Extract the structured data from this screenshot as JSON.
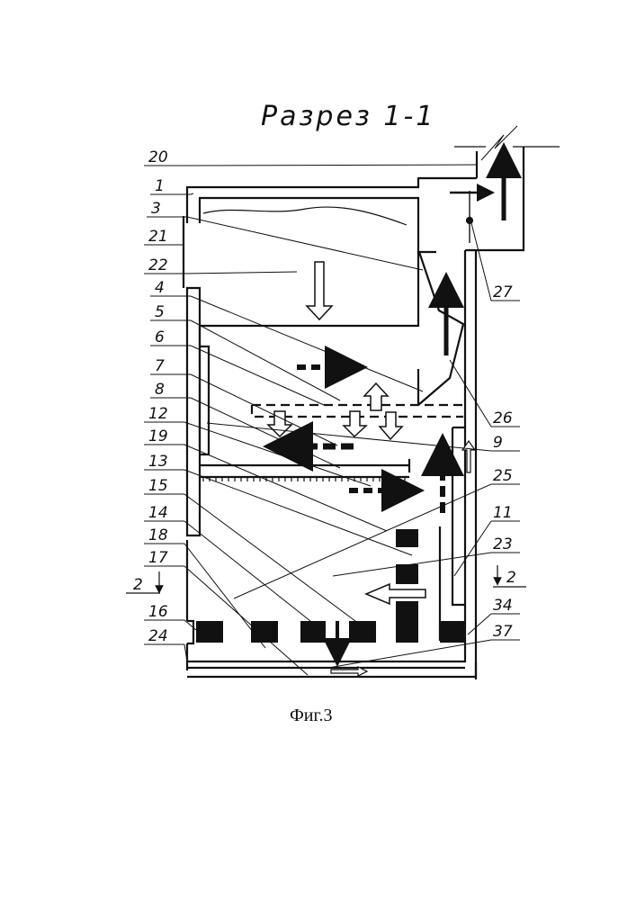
{
  "title": "Разрез 1-1",
  "caption": "Фиг.3",
  "section_mark": "2",
  "labels_left": [
    {
      "id": "20",
      "text": "20"
    },
    {
      "id": "1",
      "text": "1"
    },
    {
      "id": "3",
      "text": "3"
    },
    {
      "id": "21",
      "text": "21"
    },
    {
      "id": "22",
      "text": "22"
    },
    {
      "id": "4",
      "text": "4"
    },
    {
      "id": "5",
      "text": "5"
    },
    {
      "id": "6",
      "text": "6"
    },
    {
      "id": "7",
      "text": "7"
    },
    {
      "id": "8",
      "text": "8"
    },
    {
      "id": "12",
      "text": "12"
    },
    {
      "id": "19",
      "text": "19"
    },
    {
      "id": "13",
      "text": "13"
    },
    {
      "id": "15",
      "text": "15"
    },
    {
      "id": "14",
      "text": "14"
    },
    {
      "id": "18",
      "text": "18"
    },
    {
      "id": "17",
      "text": "17"
    },
    {
      "id": "16",
      "text": "16"
    },
    {
      "id": "24",
      "text": "24"
    }
  ],
  "labels_right": [
    {
      "id": "27",
      "text": "27"
    },
    {
      "id": "26",
      "text": "26"
    },
    {
      "id": "9",
      "text": "9"
    },
    {
      "id": "25",
      "text": "25"
    },
    {
      "id": "11",
      "text": "11"
    },
    {
      "id": "23",
      "text": "23"
    },
    {
      "id": "34",
      "text": "34"
    },
    {
      "id": "37",
      "text": "37"
    }
  ],
  "colors": {
    "ink": "#111111",
    "paper": "#ffffff"
  }
}
